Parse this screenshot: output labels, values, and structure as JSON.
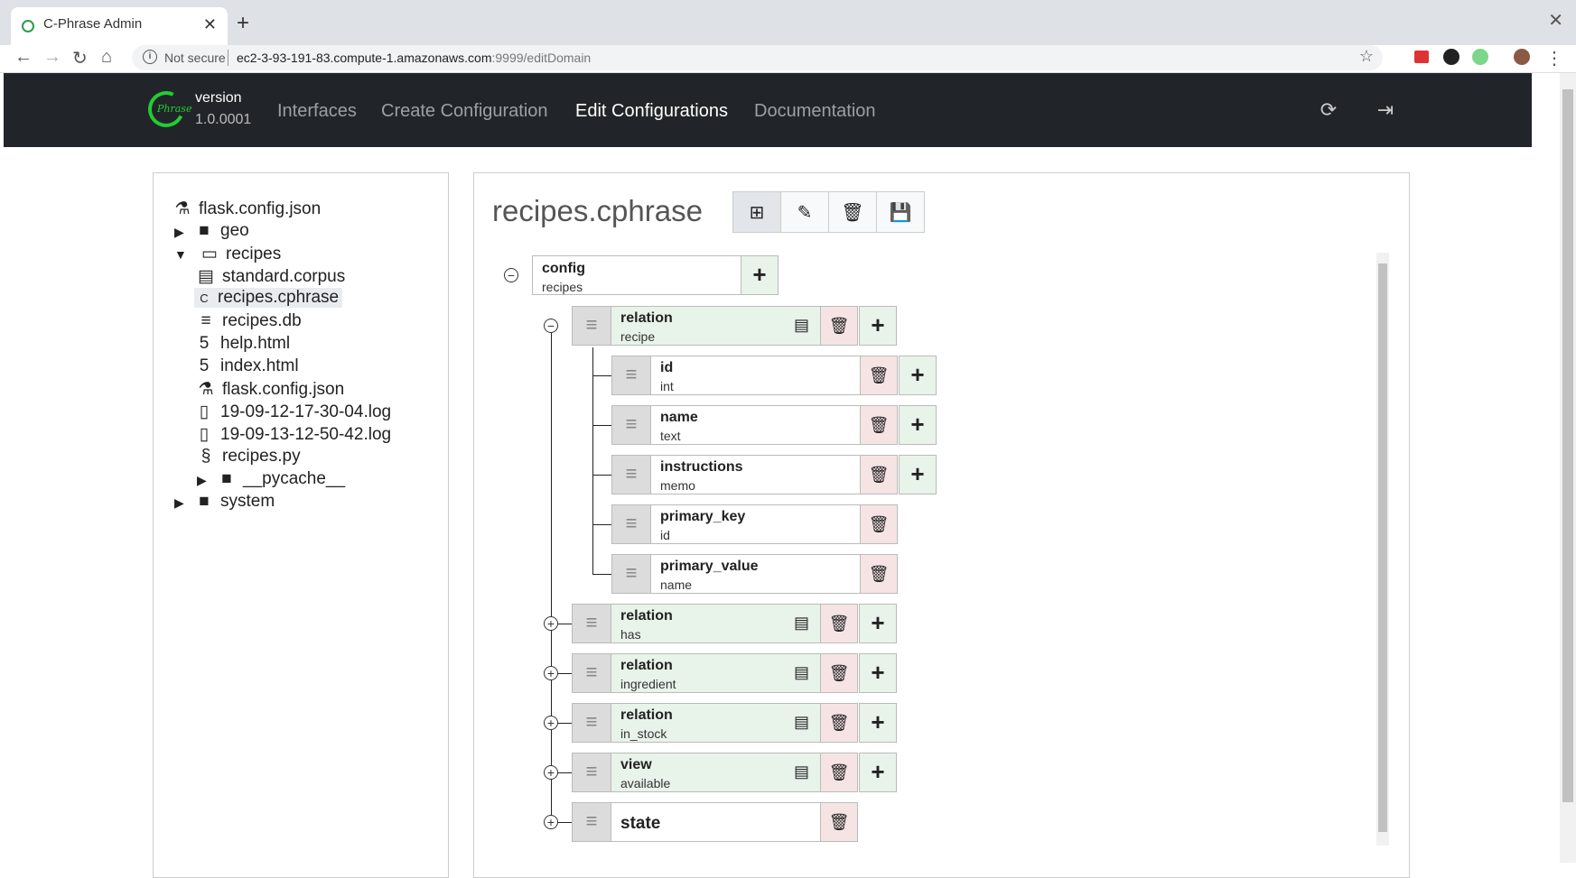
{
  "browser": {
    "tab_title": "C-Phrase Admin",
    "not_secure": "Not secure",
    "url_host": "ec2-3-93-191-83.compute-1.amazonaws.com",
    "url_path": ":9999/editDomain"
  },
  "app": {
    "version_label": "version",
    "version_number": "1.0.0001",
    "logo_text": "Phrase",
    "nav": [
      "Interfaces",
      "Create Configuration",
      "Edit Configurations",
      "Documentation"
    ]
  },
  "file_tree": [
    {
      "label": "flask.config.json",
      "icon": "flask-icon"
    },
    {
      "label": "geo",
      "icon": "folder-icon"
    },
    {
      "label": "recipes",
      "icon": "folder-open-icon"
    },
    {
      "label": "standard.corpus",
      "icon": "book-icon"
    },
    {
      "label": "recipes.cphrase",
      "icon": "cphrase-icon"
    },
    {
      "label": "recipes.db",
      "icon": "database-icon"
    },
    {
      "label": "help.html",
      "icon": "html5-icon"
    },
    {
      "label": "index.html",
      "icon": "html5-icon"
    },
    {
      "label": "flask.config.json",
      "icon": "flask-icon"
    },
    {
      "label": "19-09-12-17-30-04.log",
      "icon": "file-icon"
    },
    {
      "label": "19-09-13-12-50-42.log",
      "icon": "file-icon"
    },
    {
      "label": "recipes.py",
      "icon": "python-icon"
    },
    {
      "label": "__pycache__",
      "icon": "folder-icon"
    },
    {
      "label": "system",
      "icon": "folder-icon"
    }
  ],
  "editor": {
    "file_title": "recipes.cphrase",
    "toolbar": [
      "sitemap-icon",
      "edit-icon",
      "trash-icon",
      "save-icon"
    ]
  },
  "tree": {
    "root": {
      "name": "config",
      "value": "recipes"
    },
    "relation_recipe": {
      "name": "relation",
      "value": "recipe"
    },
    "fields": [
      {
        "name": "id",
        "value": "int"
      },
      {
        "name": "name",
        "value": "text"
      },
      {
        "name": "instructions",
        "value": "memo"
      },
      {
        "name": "primary_key",
        "value": "id"
      },
      {
        "name": "primary_value",
        "value": "name"
      }
    ],
    "siblings": [
      {
        "name": "relation",
        "value": "has"
      },
      {
        "name": "relation",
        "value": "ingredient"
      },
      {
        "name": "relation",
        "value": "in_stock"
      },
      {
        "name": "view",
        "value": "available"
      }
    ],
    "state": {
      "name": "state"
    }
  }
}
